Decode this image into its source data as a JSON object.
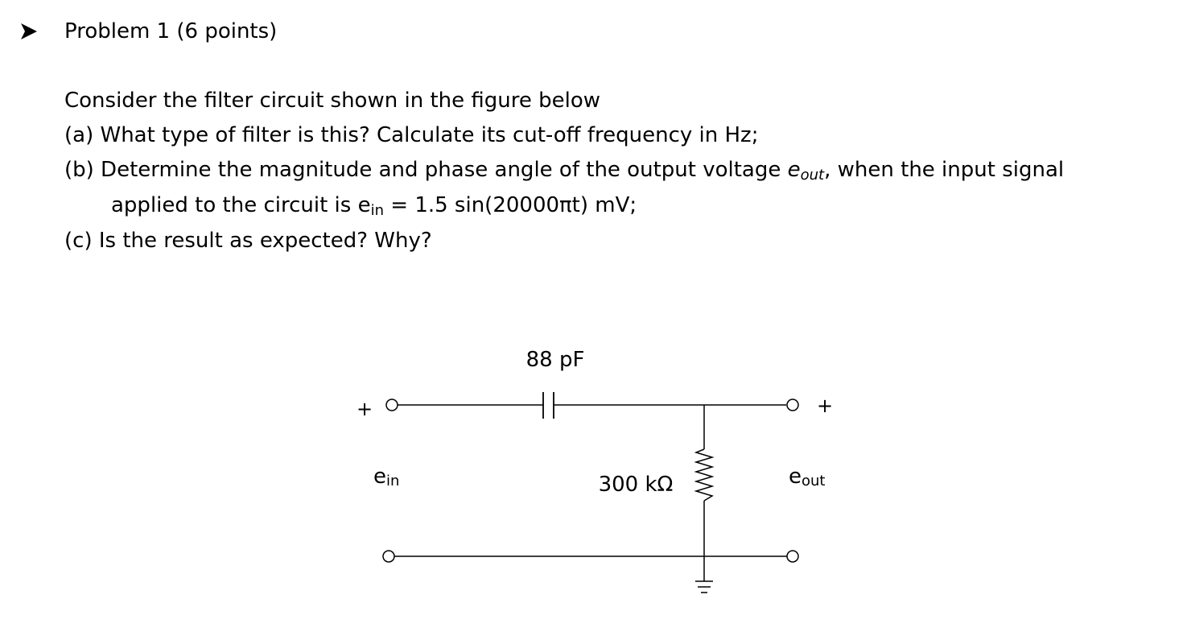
{
  "problem": {
    "title": "Problem 1 (6 points)"
  },
  "questions": {
    "intro": "Consider the filter circuit shown in the figure below",
    "a": "(a) What type of filter is this? Calculate its cut-off frequency in Hz;",
    "b_line1_pre": "(b) Determine the magnitude and phase angle of the output voltage ",
    "b_eout_e": "e",
    "b_eout_sub": "out",
    "b_line1_post": ", when the input signal",
    "b_line2_pre": "applied to the circuit is e",
    "b_ein_sub": "in",
    "b_line2_post": " = 1.5 sin(20000πt) mV;",
    "c": "(c) Is the result as expected? Why?"
  },
  "circuit": {
    "capacitor_label": "88 pF",
    "resistor_label": "300 kΩ",
    "input_plus": "+",
    "output_plus": "+",
    "ein_e": "e",
    "ein_sub": "in",
    "eout_e": "e",
    "eout_sub": "out"
  }
}
